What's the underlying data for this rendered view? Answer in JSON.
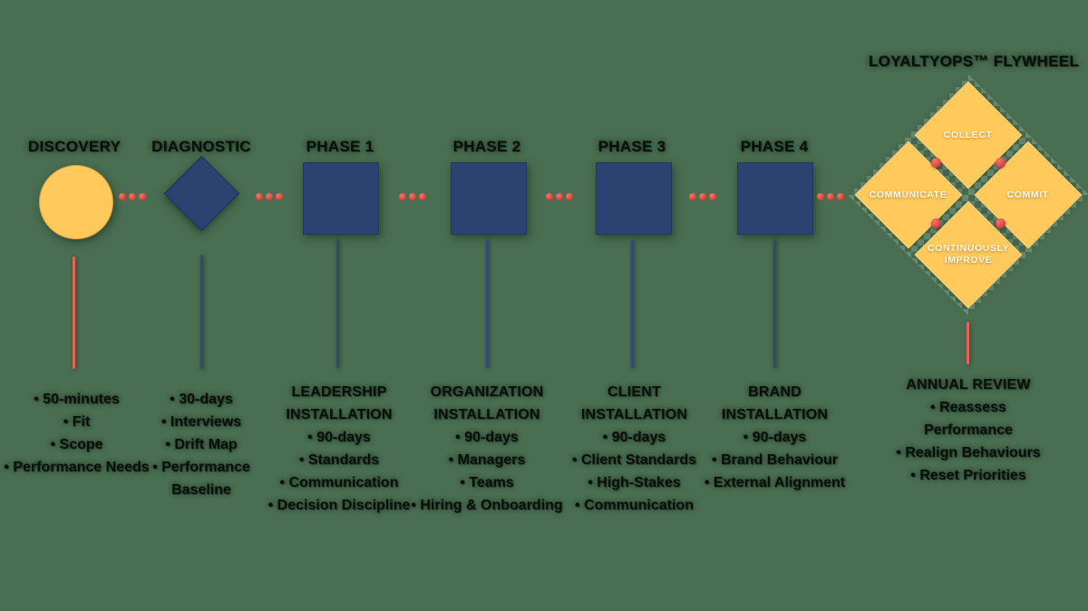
{
  "colors": {
    "background": "#4a6e51",
    "shape_navy": "#2c4372",
    "shape_yellow": "#ffc95c",
    "connector_red": "#df4a43",
    "line_red": "#e8625a",
    "line_navy": "#2d4a78",
    "text_black": "#0b0f0a",
    "flywheel_label_white": "#fdf8ec"
  },
  "stages": [
    {
      "title": "DISCOVERY",
      "shape": "circle",
      "heading": "",
      "items": [
        "50-minutes",
        "Fit",
        "Scope",
        "Performance Needs"
      ]
    },
    {
      "title": "DIAGNOSTIC",
      "shape": "diamond",
      "heading": "",
      "items": [
        "30-days",
        "Interviews",
        "Drift Map",
        "Performance Baseline"
      ]
    },
    {
      "title": "PHASE 1",
      "shape": "square",
      "heading": "LEADERSHIP INSTALLATION",
      "items": [
        "90-days",
        "Standards",
        "Communication",
        "Decision Discipline"
      ]
    },
    {
      "title": "PHASE 2",
      "shape": "square",
      "heading": "ORGANIZATION INSTALLATION",
      "items": [
        "90-days",
        "Managers",
        "Teams",
        "Hiring & Onboarding"
      ]
    },
    {
      "title": "PHASE 3",
      "shape": "square",
      "heading": "CLIENT INSTALLATION",
      "items": [
        "90-days",
        "Client Standards",
        "High-Stakes",
        "Communication"
      ]
    },
    {
      "title": "PHASE 4",
      "shape": "square",
      "heading": "BRAND INSTALLATION",
      "items": [
        "90-days",
        "Brand Behaviour",
        "External Alignment"
      ]
    }
  ],
  "flywheel": {
    "title": "LOYALTYOPS™ FLYWHEEL",
    "nodes": {
      "top": "COLLECT",
      "left": "COMMUNICATE",
      "right": "COMMIT",
      "bottom": "CONTINUOUSLY IMPROVE"
    }
  },
  "annual_review": {
    "heading": "ANNUAL REVIEW",
    "items": [
      "Reassess Performance",
      "Realign Behaviours",
      "Reset Priorities"
    ]
  }
}
